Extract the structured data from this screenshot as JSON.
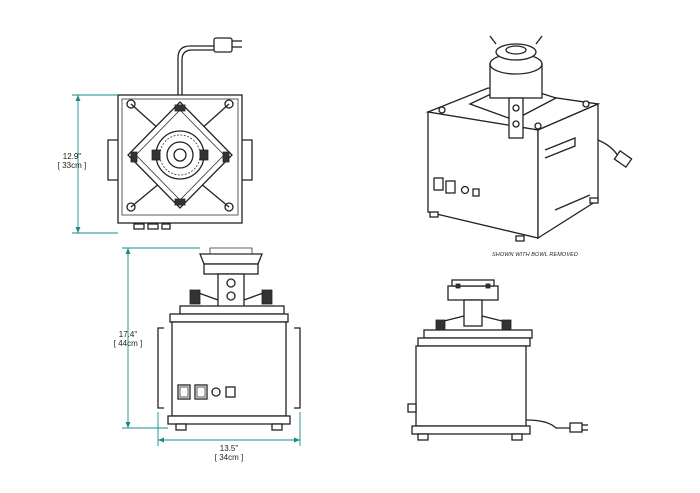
{
  "dimensions": {
    "depth": {
      "imperial": "12.9\"",
      "metric": "[ 33cm ]"
    },
    "height": {
      "imperial": "17.4\"",
      "metric": "[ 44cm ]"
    },
    "width": {
      "imperial": "13.5\"",
      "metric": "[ 34cm ]"
    }
  },
  "views": {
    "top_view": "top-view",
    "isometric": "isometric-view",
    "front_view": "front-view",
    "side_view": "side-view"
  },
  "notes": {
    "isometric_caption": "SHOWN WITH BOWL REMOVED"
  },
  "colors": {
    "dimension_line": "#1a8b8b",
    "drawing_line": "#222222"
  }
}
